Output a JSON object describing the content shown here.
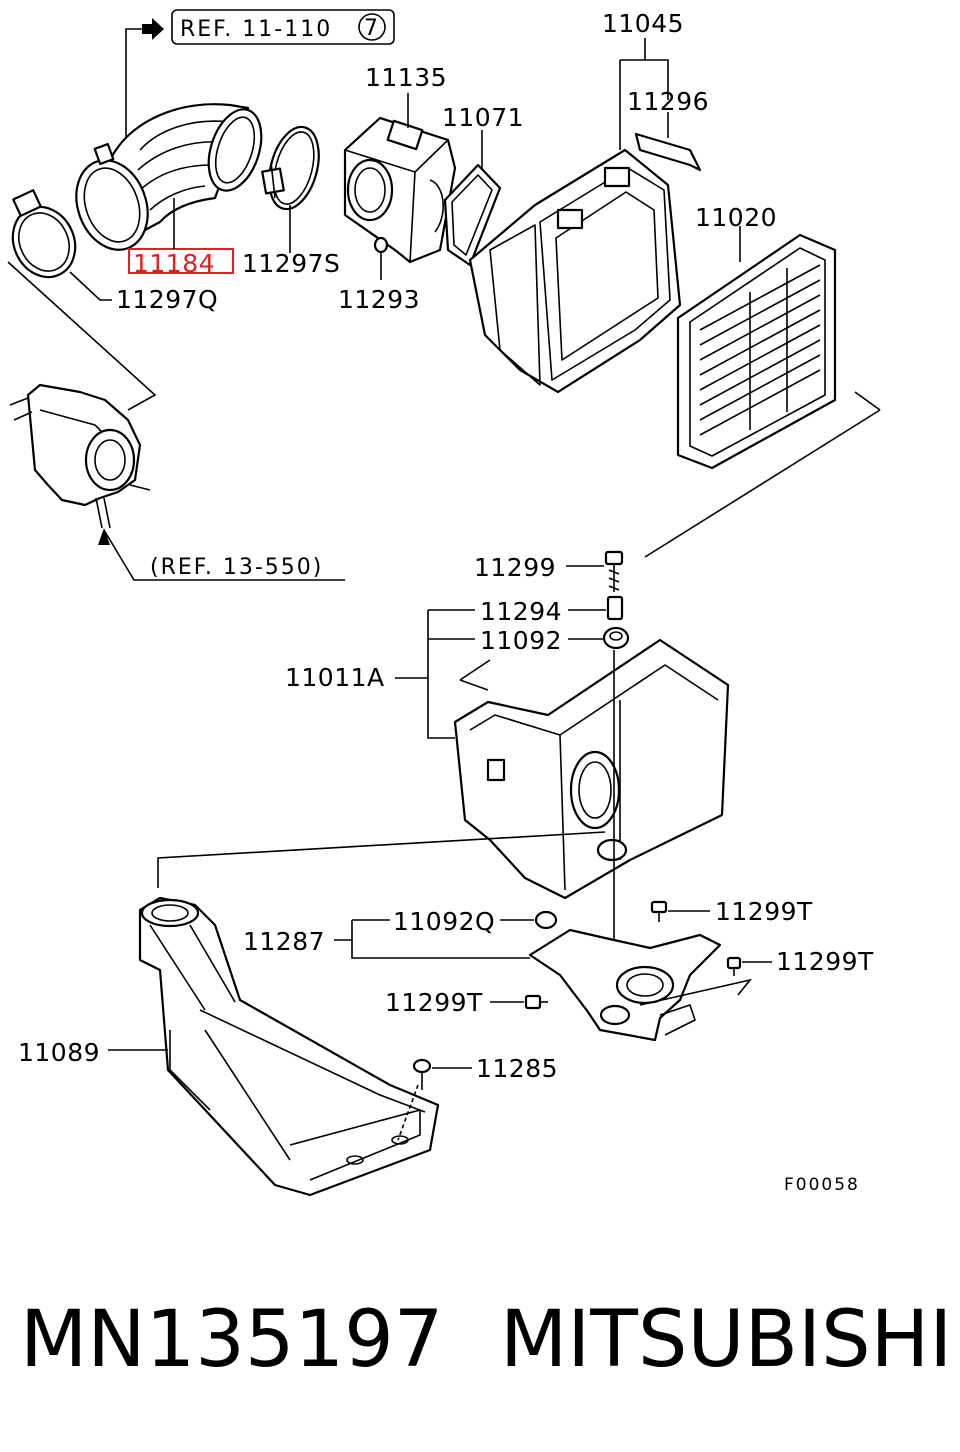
{
  "diagram": {
    "ref_top": "REF. 11-110",
    "ref_top_circle": "7",
    "ref_bottom": "(REF. 13-550)",
    "figure_code": "F00058",
    "highlighted_part": "11184",
    "highlight_color": "#e02020",
    "labels": {
      "p11045": "11045",
      "p11135": "11135",
      "p11296": "11296",
      "p11071": "11071",
      "p11020": "11020",
      "p11184": "11184",
      "p11297S": "11297S",
      "p11293": "11293",
      "p11297Q": "11297Q",
      "p11299": "11299",
      "p11294": "11294",
      "p11092": "11092",
      "p11011A": "11011A",
      "p11299T_a": "11299T",
      "p11092Q": "11092Q",
      "p11287": "11287",
      "p11299T_b": "11299T",
      "p11299T_c": "11299T",
      "p11089": "11089",
      "p11285": "11285"
    }
  },
  "caption": {
    "part_number": "MN135197",
    "brand": "MITSUBISHI"
  }
}
